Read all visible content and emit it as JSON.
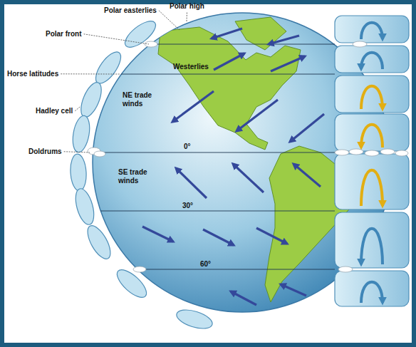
{
  "diagram": {
    "labels": [
      "Polar high",
      "Polar easterlies",
      "Polar front",
      "Westerlies",
      "Horse latitudes",
      "NE trade winds",
      "Hadley cell",
      "Doldrums",
      "0°",
      "SE trade winds",
      "30°",
      "60°"
    ]
  }
}
